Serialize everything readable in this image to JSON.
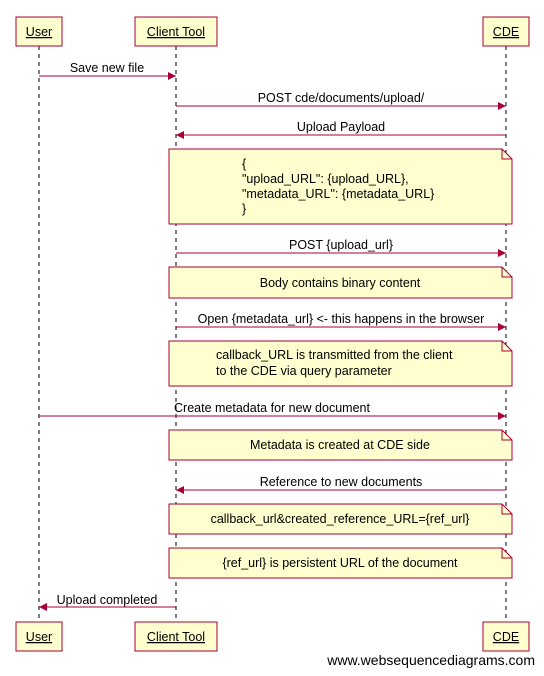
{
  "actors": {
    "user": "User",
    "client": "Client Tool",
    "cde": "CDE"
  },
  "messages": {
    "m1": "Save new file",
    "m2": "POST cde/documents/upload/",
    "m3": "Upload Payload",
    "m4": "POST {upload_url}",
    "m5": "Open {metadata_url} <- this happens in the browser",
    "m6": "Create metadata for new document",
    "m7": "Reference to new documents",
    "m8": "Upload completed"
  },
  "notes": {
    "n1": [
      "{",
      "\"upload_URL\": {upload_URL},",
      "\"metadata_URL\": {metadata_URL}",
      "}"
    ],
    "n2": "Body contains binary content",
    "n3": [
      "callback_URL is transmitted from the client",
      "to the CDE via query parameter"
    ],
    "n4": "Metadata is created at CDE side",
    "n5": "callback_url&created_reference_URL={ref_url}",
    "n6": "{ref_url} is persistent URL of the document"
  },
  "watermark": "www.websequencediagrams.com",
  "colors": {
    "accent": "#a80036",
    "box_fill": "#fefece"
  }
}
